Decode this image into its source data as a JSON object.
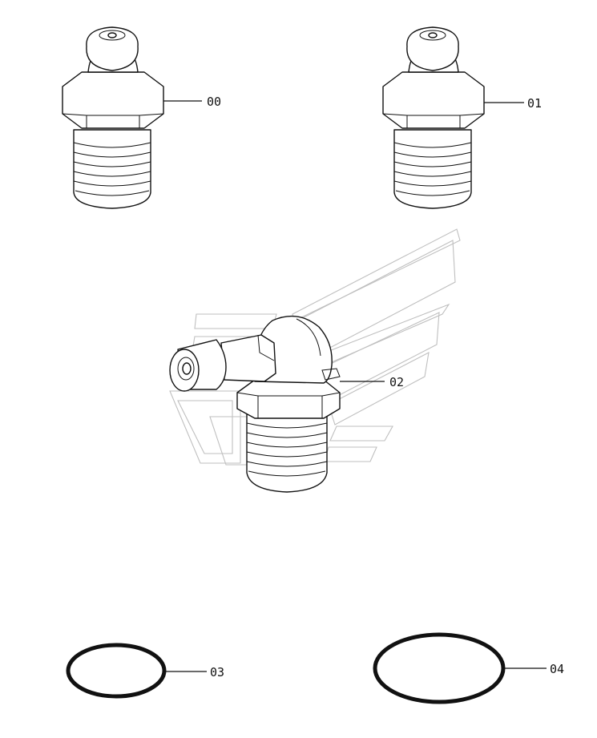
{
  "diagram": {
    "callouts": [
      {
        "id": "00",
        "label": "00"
      },
      {
        "id": "01",
        "label": "01"
      },
      {
        "id": "02",
        "label": "02"
      },
      {
        "id": "03",
        "label": "03"
      },
      {
        "id": "04",
        "label": "04"
      }
    ],
    "parts": [
      {
        "callout": "00",
        "kind": "grease-nipple-straight"
      },
      {
        "callout": "01",
        "kind": "grease-nipple-straight"
      },
      {
        "callout": "02",
        "kind": "grease-nipple-angled"
      },
      {
        "callout": "03",
        "kind": "o-ring"
      },
      {
        "callout": "04",
        "kind": "o-ring"
      }
    ],
    "colors": {
      "line": "#111111",
      "background": "#ffffff",
      "watermark": "#bfbfbf"
    }
  }
}
